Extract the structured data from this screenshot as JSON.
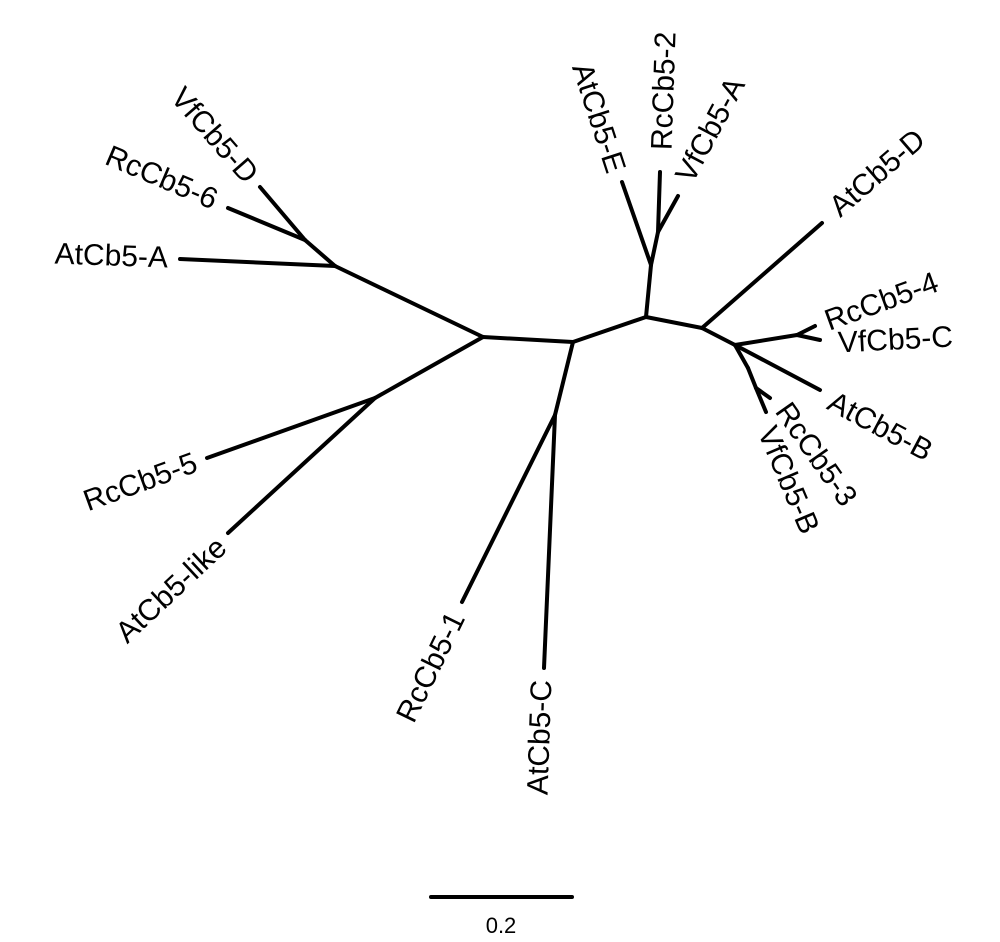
{
  "tree": {
    "leaves": [
      "VfCb5-D",
      "RcCb5-6",
      "AtCb5-A",
      "AtCb5-E",
      "RcCb5-2",
      "VfCb5-A",
      "AtCb5-D",
      "RcCb5-4",
      "VfCb5-C",
      "AtCb5-B",
      "RcCb5-3",
      "VfCb5-B",
      "RcCb5-5",
      "AtCb5-like",
      "RcCb5-1",
      "AtCb5-C"
    ]
  },
  "scale_bar": {
    "label": "0.2",
    "value": 0.2
  },
  "colors": {
    "line": "#000000",
    "background": "#ffffff"
  }
}
